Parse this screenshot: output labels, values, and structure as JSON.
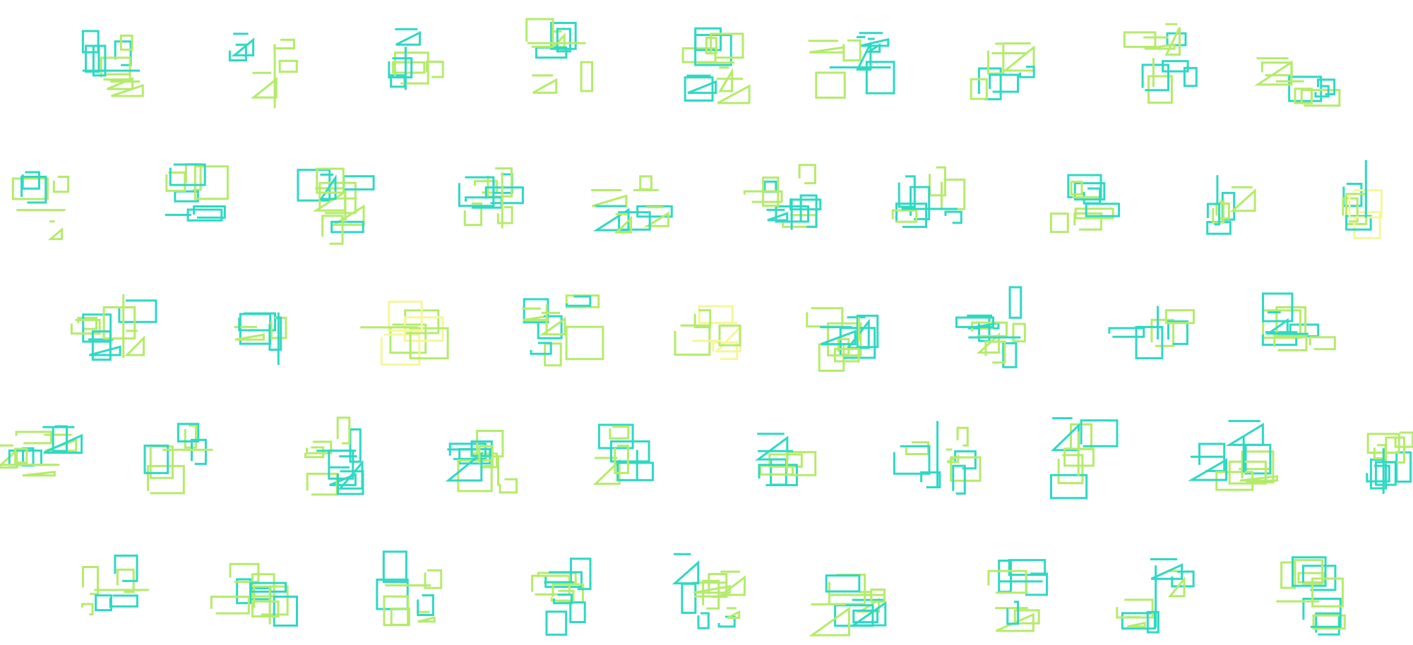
{
  "palette": {
    "background": "#ffffff",
    "teal": "#2ed9c3",
    "lime": "#b5eb6b",
    "pale_yellow": "#f4f79a"
  },
  "rows": [
    {
      "name": "row-1",
      "glyphs": [
        {
          "name": "glyph-1-1",
          "color_mix": [
            "teal",
            "lime"
          ]
        },
        {
          "name": "glyph-1-2",
          "color_mix": [
            "lime",
            "teal"
          ]
        },
        {
          "name": "glyph-1-3",
          "color_mix": [
            "teal",
            "lime"
          ]
        },
        {
          "name": "glyph-1-4",
          "color_mix": [
            "lime",
            "teal"
          ]
        },
        {
          "name": "glyph-1-5",
          "color_mix": [
            "lime",
            "teal"
          ]
        },
        {
          "name": "glyph-1-6",
          "color_mix": [
            "teal",
            "lime"
          ]
        },
        {
          "name": "glyph-1-7",
          "color_mix": [
            "lime",
            "teal"
          ]
        },
        {
          "name": "glyph-1-8",
          "color_mix": [
            "lime",
            "teal"
          ]
        },
        {
          "name": "glyph-1-9",
          "color_mix": [
            "lime",
            "teal"
          ]
        }
      ]
    },
    {
      "name": "row-2",
      "glyphs": [
        {
          "name": "glyph-2-1",
          "color_mix": [
            "lime",
            "teal"
          ]
        },
        {
          "name": "glyph-2-2",
          "color_mix": [
            "teal",
            "lime"
          ]
        },
        {
          "name": "glyph-2-3",
          "color_mix": [
            "lime",
            "teal"
          ]
        },
        {
          "name": "glyph-2-4",
          "color_mix": [
            "lime",
            "teal"
          ]
        },
        {
          "name": "glyph-2-5",
          "color_mix": [
            "lime",
            "teal"
          ]
        },
        {
          "name": "glyph-2-6",
          "color_mix": [
            "teal",
            "lime"
          ]
        },
        {
          "name": "glyph-2-7",
          "color_mix": [
            "teal",
            "lime"
          ]
        },
        {
          "name": "glyph-2-8",
          "color_mix": [
            "lime",
            "teal"
          ]
        },
        {
          "name": "glyph-2-9",
          "color_mix": [
            "teal",
            "lime"
          ]
        },
        {
          "name": "glyph-2-10",
          "color_mix": [
            "teal",
            "lime",
            "pale_yellow"
          ]
        }
      ]
    },
    {
      "name": "row-3",
      "glyphs": [
        {
          "name": "glyph-3-1",
          "color_mix": [
            "lime",
            "teal"
          ]
        },
        {
          "name": "glyph-3-2",
          "color_mix": [
            "teal",
            "lime"
          ]
        },
        {
          "name": "glyph-3-3",
          "color_mix": [
            "lime",
            "pale_yellow"
          ]
        },
        {
          "name": "glyph-3-4",
          "color_mix": [
            "lime",
            "teal"
          ]
        },
        {
          "name": "glyph-3-5",
          "color_mix": [
            "pale_yellow",
            "lime"
          ]
        },
        {
          "name": "glyph-3-6",
          "color_mix": [
            "lime",
            "teal"
          ]
        },
        {
          "name": "glyph-3-7",
          "color_mix": [
            "teal",
            "lime"
          ]
        },
        {
          "name": "glyph-3-8",
          "color_mix": [
            "teal",
            "lime"
          ]
        },
        {
          "name": "glyph-3-9",
          "color_mix": [
            "teal",
            "lime"
          ]
        }
      ]
    },
    {
      "name": "row-4",
      "glyphs": [
        {
          "name": "glyph-4-1",
          "color_mix": [
            "lime",
            "teal"
          ]
        },
        {
          "name": "glyph-4-2",
          "color_mix": [
            "lime",
            "teal"
          ]
        },
        {
          "name": "glyph-4-3",
          "color_mix": [
            "teal",
            "lime"
          ]
        },
        {
          "name": "glyph-4-4",
          "color_mix": [
            "lime",
            "teal"
          ]
        },
        {
          "name": "glyph-4-5",
          "color_mix": [
            "teal",
            "lime"
          ]
        },
        {
          "name": "glyph-4-6",
          "color_mix": [
            "teal",
            "lime"
          ]
        },
        {
          "name": "glyph-4-7",
          "color_mix": [
            "teal",
            "lime"
          ]
        },
        {
          "name": "glyph-4-8",
          "color_mix": [
            "lime",
            "teal"
          ]
        },
        {
          "name": "glyph-4-9",
          "color_mix": [
            "teal",
            "lime"
          ]
        },
        {
          "name": "glyph-4-10",
          "color_mix": [
            "teal",
            "lime"
          ]
        }
      ]
    },
    {
      "name": "row-5",
      "glyphs": [
        {
          "name": "glyph-5-1",
          "color_mix": [
            "lime",
            "teal"
          ]
        },
        {
          "name": "glyph-5-2",
          "color_mix": [
            "lime",
            "teal"
          ]
        },
        {
          "name": "glyph-5-3",
          "color_mix": [
            "lime",
            "teal"
          ]
        },
        {
          "name": "glyph-5-4",
          "color_mix": [
            "teal",
            "lime"
          ]
        },
        {
          "name": "glyph-5-5",
          "color_mix": [
            "lime",
            "teal"
          ]
        },
        {
          "name": "glyph-5-6",
          "color_mix": [
            "lime",
            "teal"
          ]
        },
        {
          "name": "glyph-5-7",
          "color_mix": [
            "teal",
            "lime"
          ]
        },
        {
          "name": "glyph-5-8",
          "color_mix": [
            "teal",
            "lime"
          ]
        },
        {
          "name": "glyph-5-9",
          "color_mix": [
            "lime",
            "teal"
          ]
        }
      ]
    }
  ]
}
